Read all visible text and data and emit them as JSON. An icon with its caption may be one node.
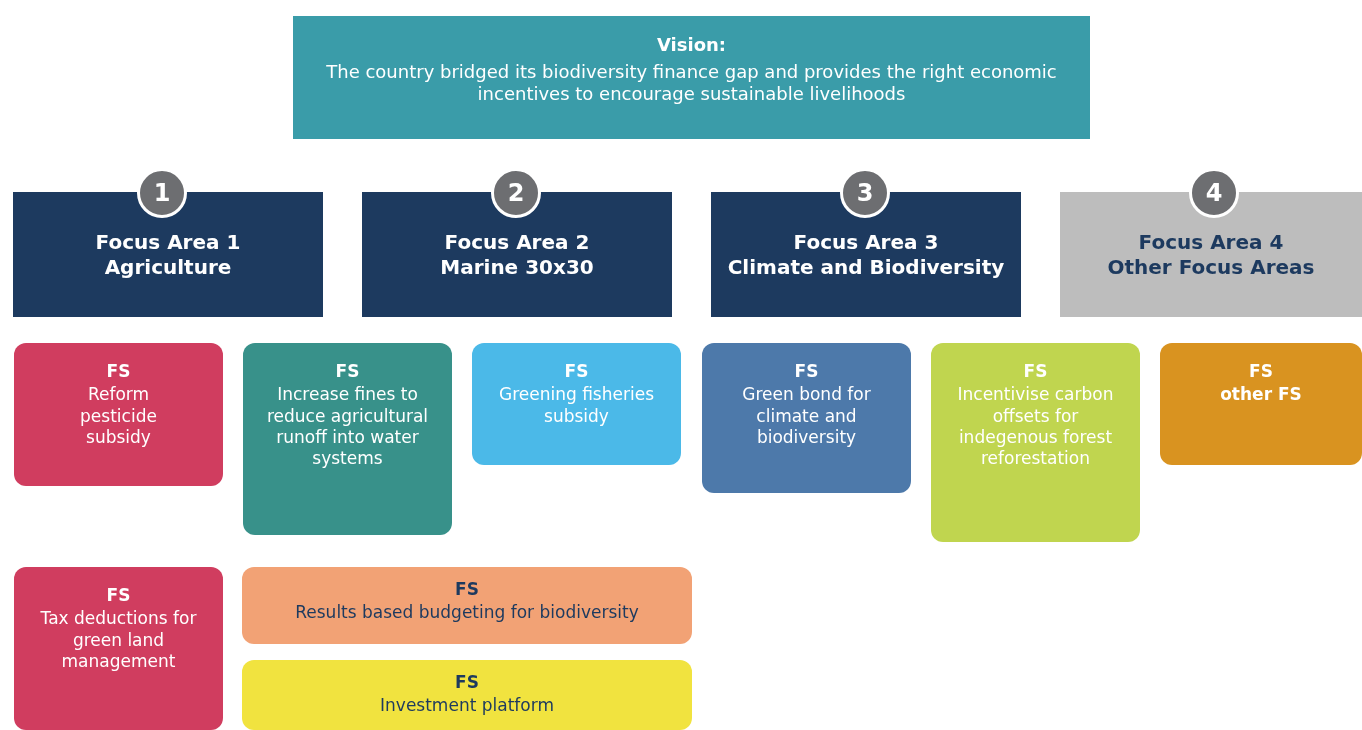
{
  "diagram": {
    "nodes": [
      {
        "text": [
          "Vision:",
          "The country bridged its biodiversity finance gap and provides the right economic incentives to encourage sustainable livelihoods"
        ]
      },
      {
        "text": [
          "Focus Area 1",
          "Agriculture"
        ]
      },
      {
        "text": [
          "1"
        ]
      },
      {
        "text": [
          "Focus Area 2",
          "Marine 30x30"
        ]
      },
      {
        "text": [
          "2"
        ]
      },
      {
        "text": [
          "Focus Area 3",
          "Climate and Biodiversity"
        ]
      },
      {
        "text": [
          "3"
        ]
      },
      {
        "text": [
          "Focus Area 4",
          "Other Focus Areas"
        ]
      },
      {
        "text": [
          "4"
        ]
      },
      {
        "text": [
          "FS",
          "Reform pesticide subsidy"
        ]
      },
      {
        "text": [
          "FS",
          "Increase fines to reduce agricultural runoff into water systems"
        ]
      },
      {
        "text": [
          "FS",
          "Greening fisheries subsidy"
        ]
      },
      {
        "text": [
          "FS",
          "Green bond for climate and biodiversity"
        ]
      },
      {
        "text": [
          "FS",
          "Incentivise carbon offsets for indegenous forest reforestation"
        ]
      },
      {
        "text": [
          "FS",
          "other FS"
        ]
      },
      {
        "text": [
          "FS",
          "Tax deductions for green land management"
        ]
      },
      {
        "text": [
          "FS",
          "Results based budgeting for biodiversity"
        ]
      },
      {
        "text": [
          "FS",
          "Investment platform"
        ]
      }
    ]
  }
}
